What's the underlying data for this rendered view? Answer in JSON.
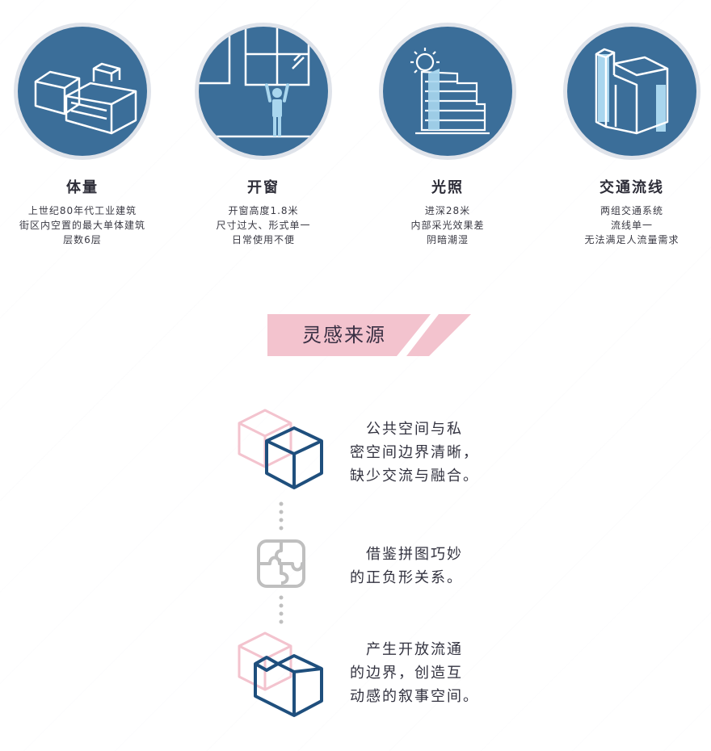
{
  "issues": [
    {
      "title": "体量",
      "lines": [
        "上世纪80年代工业建筑",
        "街区内空置的最大单体建筑",
        "层数6层"
      ]
    },
    {
      "title": "开窗",
      "lines": [
        "开窗高度1.8米",
        "尺寸过大、形式单一",
        "日常使用不便"
      ]
    },
    {
      "title": "光照",
      "lines": [
        "进深28米",
        "内部采光效果差",
        "阴暗潮湿"
      ]
    },
    {
      "title": "交通流线",
      "lines": [
        "两组交通系统",
        "流线单一",
        "无法满足人流量需求"
      ]
    }
  ],
  "banner": {
    "label": "灵感来源"
  },
  "steps": [
    {
      "lines": [
        "　公共空间与私",
        "密空间边界清晰，",
        "缺少交流与融合。"
      ]
    },
    {
      "lines": [
        "　借鉴拼图巧妙",
        "的正负形关系。"
      ]
    },
    {
      "lines": [
        "　产生开放流通",
        "的边界，创造互",
        "动感的叙事空间。"
      ]
    }
  ],
  "colors": {
    "disc_blue": "#3b6e99",
    "disc_ring": "#dfe3ea",
    "light_blue": "#a9d6ee",
    "pink": "#f3c3ce",
    "navy": "#1f4f7d",
    "gray_icon": "#bfbfbf"
  }
}
